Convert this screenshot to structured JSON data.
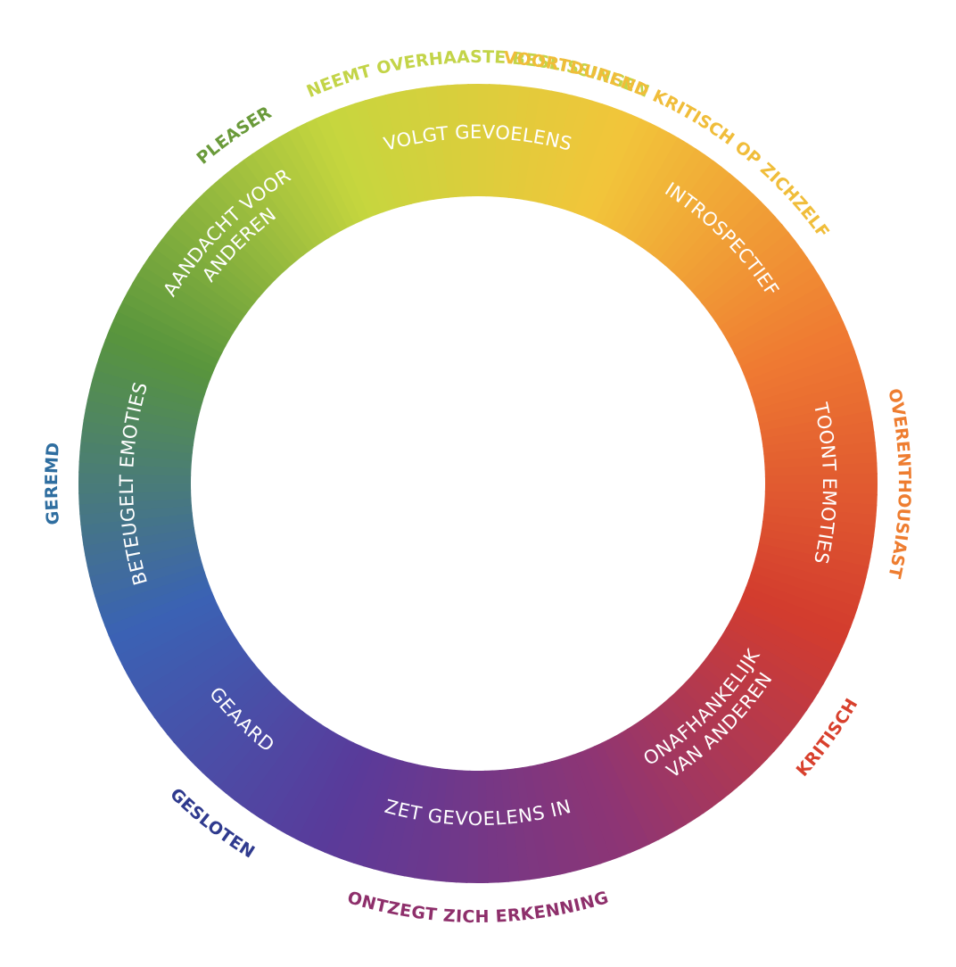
{
  "wheel": {
    "segments": [
      {
        "id": "volgt-gevoelens",
        "lines": [
          "VOLGT GEVOELENS"
        ],
        "color": "#c6d63e",
        "outer": {
          "text": "NEEMT OVERHAASTE BESLISSINGEN",
          "color": "#c3d448"
        }
      },
      {
        "id": "introspectief",
        "lines": [
          "INTROSPECTIEF"
        ],
        "color": "#f2c53a",
        "outer": {
          "text": "VOORTDUREND KRITISCH OP ZICHZELF",
          "color": "#f0bd3a"
        }
      },
      {
        "id": "toont-emoties",
        "lines": [
          "TOONT EMOTIES"
        ],
        "color": "#ef7a32",
        "outer": {
          "text": "OVERENTHOUSIAST",
          "color": "#ee7d30"
        }
      },
      {
        "id": "onafhankelijk",
        "lines": [
          "ONAFHANKELIJK",
          "VAN ANDEREN"
        ],
        "color": "#d33c2e",
        "outer": {
          "text": "KRITISCH",
          "color": "#d8402d"
        }
      },
      {
        "id": "zet-gevoelens-in",
        "lines": [
          "ZET GEVOELENS IN"
        ],
        "color": "#8e3574",
        "outer": {
          "text": "ONTZEGT ZICH ERKENNING",
          "color": "#8e2f6b"
        }
      },
      {
        "id": "geaard",
        "lines": [
          "GEAARD"
        ],
        "color": "#5a3a9a",
        "outer": {
          "text": "GESLOTEN",
          "color": "#2f3a8e"
        }
      },
      {
        "id": "beteugelt-emoties",
        "lines": [
          "BETEUGELT EMOTIES"
        ],
        "color": "#3a62b4",
        "outer": {
          "text": "GEREMD",
          "color": "#2f6ea0"
        }
      },
      {
        "id": "aandacht-voor-anderen",
        "lines": [
          "AANDACHT VOOR",
          "ANDEREN"
        ],
        "color": "#58953d",
        "outer": {
          "text": "PLEASER",
          "color": "#6a9a3a"
        }
      }
    ]
  }
}
